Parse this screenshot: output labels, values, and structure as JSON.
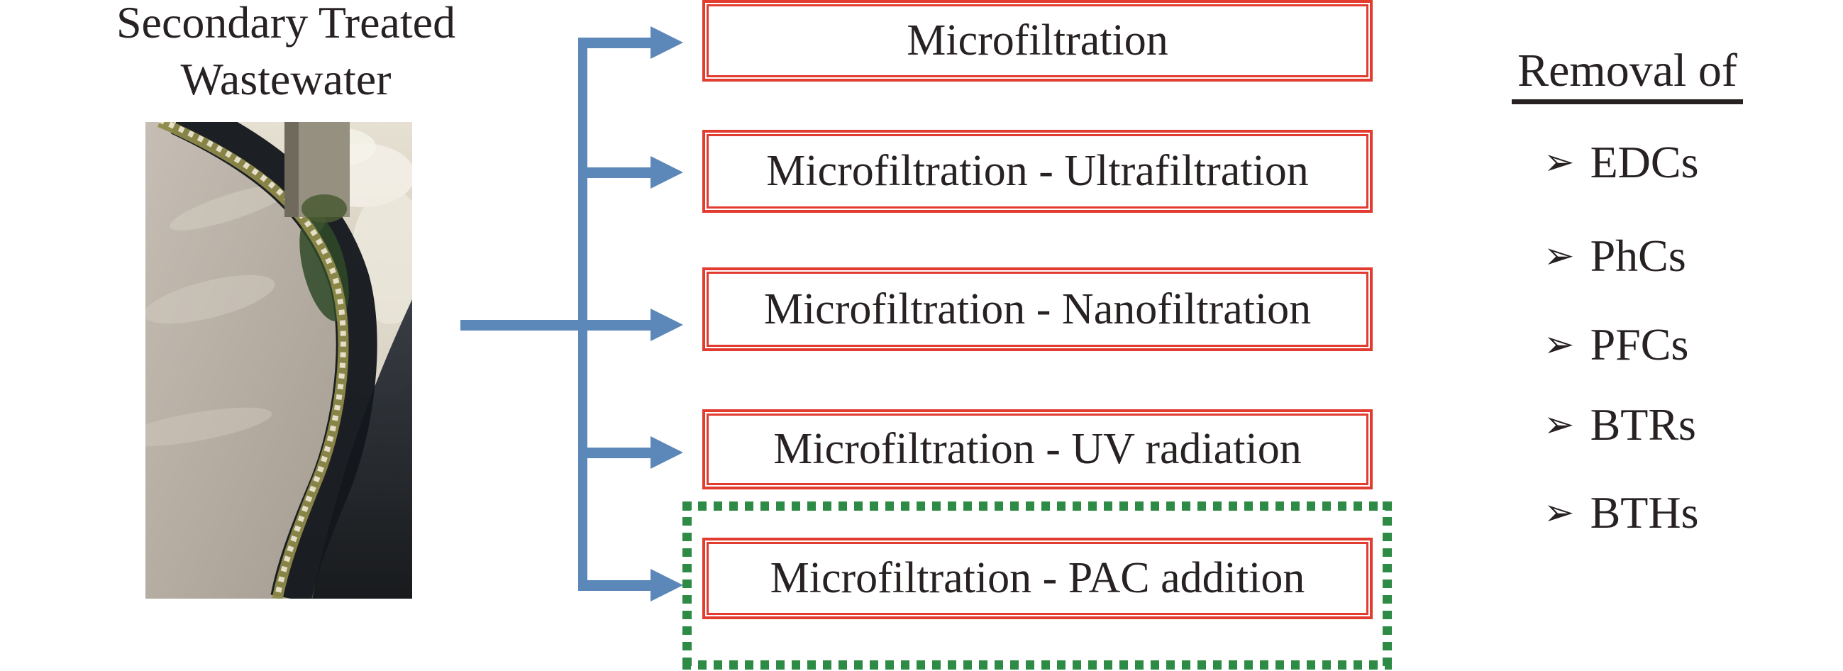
{
  "figure": {
    "source": {
      "title": "Secondary Treated Wastewater",
      "title_line1": "Secondary Treated",
      "title_line2": "Wastewater"
    },
    "treatments": [
      {
        "label": "Microfiltration",
        "highlighted": false
      },
      {
        "label": "Microfiltration - Ultrafiltration",
        "highlighted": false
      },
      {
        "label": "Microfiltration - Nanofiltration",
        "highlighted": false
      },
      {
        "label": "Microfiltration - UV radiation",
        "highlighted": false
      },
      {
        "label": "Microfiltration - PAC addition",
        "highlighted": true
      }
    ],
    "removal": {
      "heading": "Removal of",
      "bullet_glyph": "➢",
      "items": [
        "EDCs",
        "PhCs",
        "PFCs",
        "BTRs",
        "BTHs"
      ]
    },
    "colors": {
      "arrow_blue": "#5B87B9",
      "box_border_red": "#E23B2F",
      "highlight_green": "#2E8B45",
      "text": "#272122"
    }
  }
}
